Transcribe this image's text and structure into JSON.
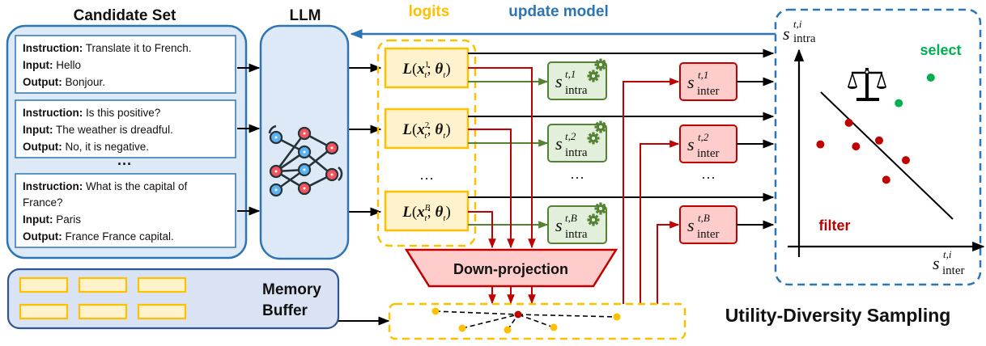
{
  "titles": {
    "candidate_set": "Candidate Set",
    "llm": "LLM",
    "logits": "logits",
    "update_model": "update model",
    "memory_buffer_line1": "Memory",
    "memory_buffer_line2": "Buffer",
    "down_projection": "Down-projection",
    "utility_diversity": "Utility-Diversity Sampling",
    "ellipsis": "···"
  },
  "colors": {
    "blue": "#2e75b6",
    "blue_fill": "#dde9f6",
    "yellow": "#ffc000",
    "yellow_fill": "#fff2cc",
    "green": "#548235",
    "green_fill": "#e2efda",
    "red": "#c00000",
    "red_fill": "#ffcccc",
    "select_green": "#00b050"
  },
  "candidates": [
    {
      "lines": [
        {
          "label": "Instruction:",
          "text": " Translate it to French."
        },
        {
          "label": "Input:",
          "text": " Hello"
        },
        {
          "label": "Output:",
          "text": " Bonjour."
        }
      ]
    },
    {
      "lines": [
        {
          "label": "Instruction:",
          "text": " Is this positive?"
        },
        {
          "label": "Input:",
          "text": " The weather is dreadful."
        },
        {
          "label": "Output:",
          "text": " No, it is negative."
        }
      ]
    },
    {
      "lines": [
        {
          "label": "Instruction:",
          "text": " What is the capital of"
        },
        {
          "label": "",
          "text": "France?"
        },
        {
          "label": "Input:",
          "text": " Paris"
        },
        {
          "label": "Output:",
          "text": " France France capital."
        }
      ]
    }
  ],
  "logits": [
    {
      "main": "L(x",
      "sup": "1",
      "sub": "t",
      "rest": "; θ",
      "rest_sub": "t",
      "close": ")"
    },
    {
      "main": "L(x",
      "sup": "2",
      "sub": "t",
      "rest": "; θ",
      "rest_sub": "t",
      "close": ")"
    },
    {
      "main": "L(x",
      "sup": "B",
      "sub": "t",
      "rest": "; θ",
      "rest_sub": "t",
      "close": ")"
    }
  ],
  "intra_scores": [
    {
      "s": "s",
      "sup": "t,1",
      "sub": "intra"
    },
    {
      "s": "s",
      "sup": "t,2",
      "sub": "intra"
    },
    {
      "s": "s",
      "sup": "t,B",
      "sub": "intra"
    }
  ],
  "inter_scores": [
    {
      "s": "s",
      "sup": "t,1",
      "sub": "inter"
    },
    {
      "s": "s",
      "sup": "t,2",
      "sub": "inter"
    },
    {
      "s": "s",
      "sup": "t,B",
      "sub": "inter"
    }
  ],
  "plot": {
    "y_axis": {
      "s": "s",
      "sup": "t,i",
      "sub": "intra"
    },
    "x_axis": {
      "s": "s",
      "sup": "t,i",
      "sub": "inter"
    },
    "select_label": "select",
    "filter_label": "filter",
    "select_points": [
      [
        0.74,
        0.86
      ],
      [
        0.56,
        0.73
      ]
    ],
    "filter_points": [
      [
        0.28,
        0.63
      ],
      [
        0.12,
        0.52
      ],
      [
        0.32,
        0.51
      ],
      [
        0.45,
        0.54
      ],
      [
        0.6,
        0.44
      ],
      [
        0.49,
        0.34
      ]
    ]
  }
}
